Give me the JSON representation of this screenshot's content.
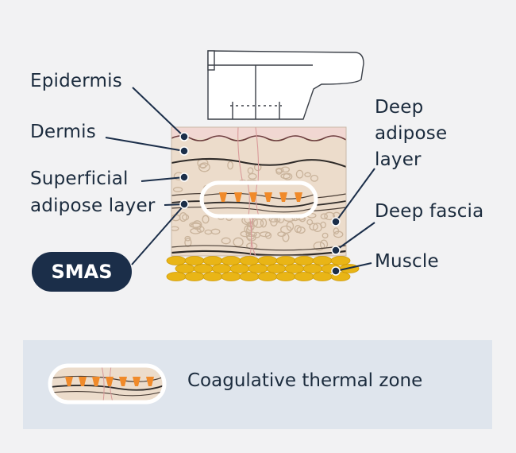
{
  "labels": {
    "epidermis": "Epidermis",
    "dermis": "Dermis",
    "superficial_line1": "Superficial",
    "superficial_line2": "adipose layer",
    "smas": "SMAS",
    "deep_adipose_line1": "Deep",
    "deep_adipose_line2": "adipose",
    "deep_adipose_line3": "layer",
    "deep_fascia": "Deep fascia",
    "muscle": "Muscle"
  },
  "legend": {
    "text": "Coagulative thermal zone"
  },
  "colors": {
    "background": "#f2f2f3",
    "skin": "#ecdccb",
    "epidermis": "#f1d7d2",
    "fat_circle": "#c9b39b",
    "muscle": "#e9b516",
    "thermal_point": "#f08a2a",
    "label_text": "#1b2b3d",
    "smas_badge": "#1b2e49",
    "legend_bg": "#dfe5ed"
  }
}
